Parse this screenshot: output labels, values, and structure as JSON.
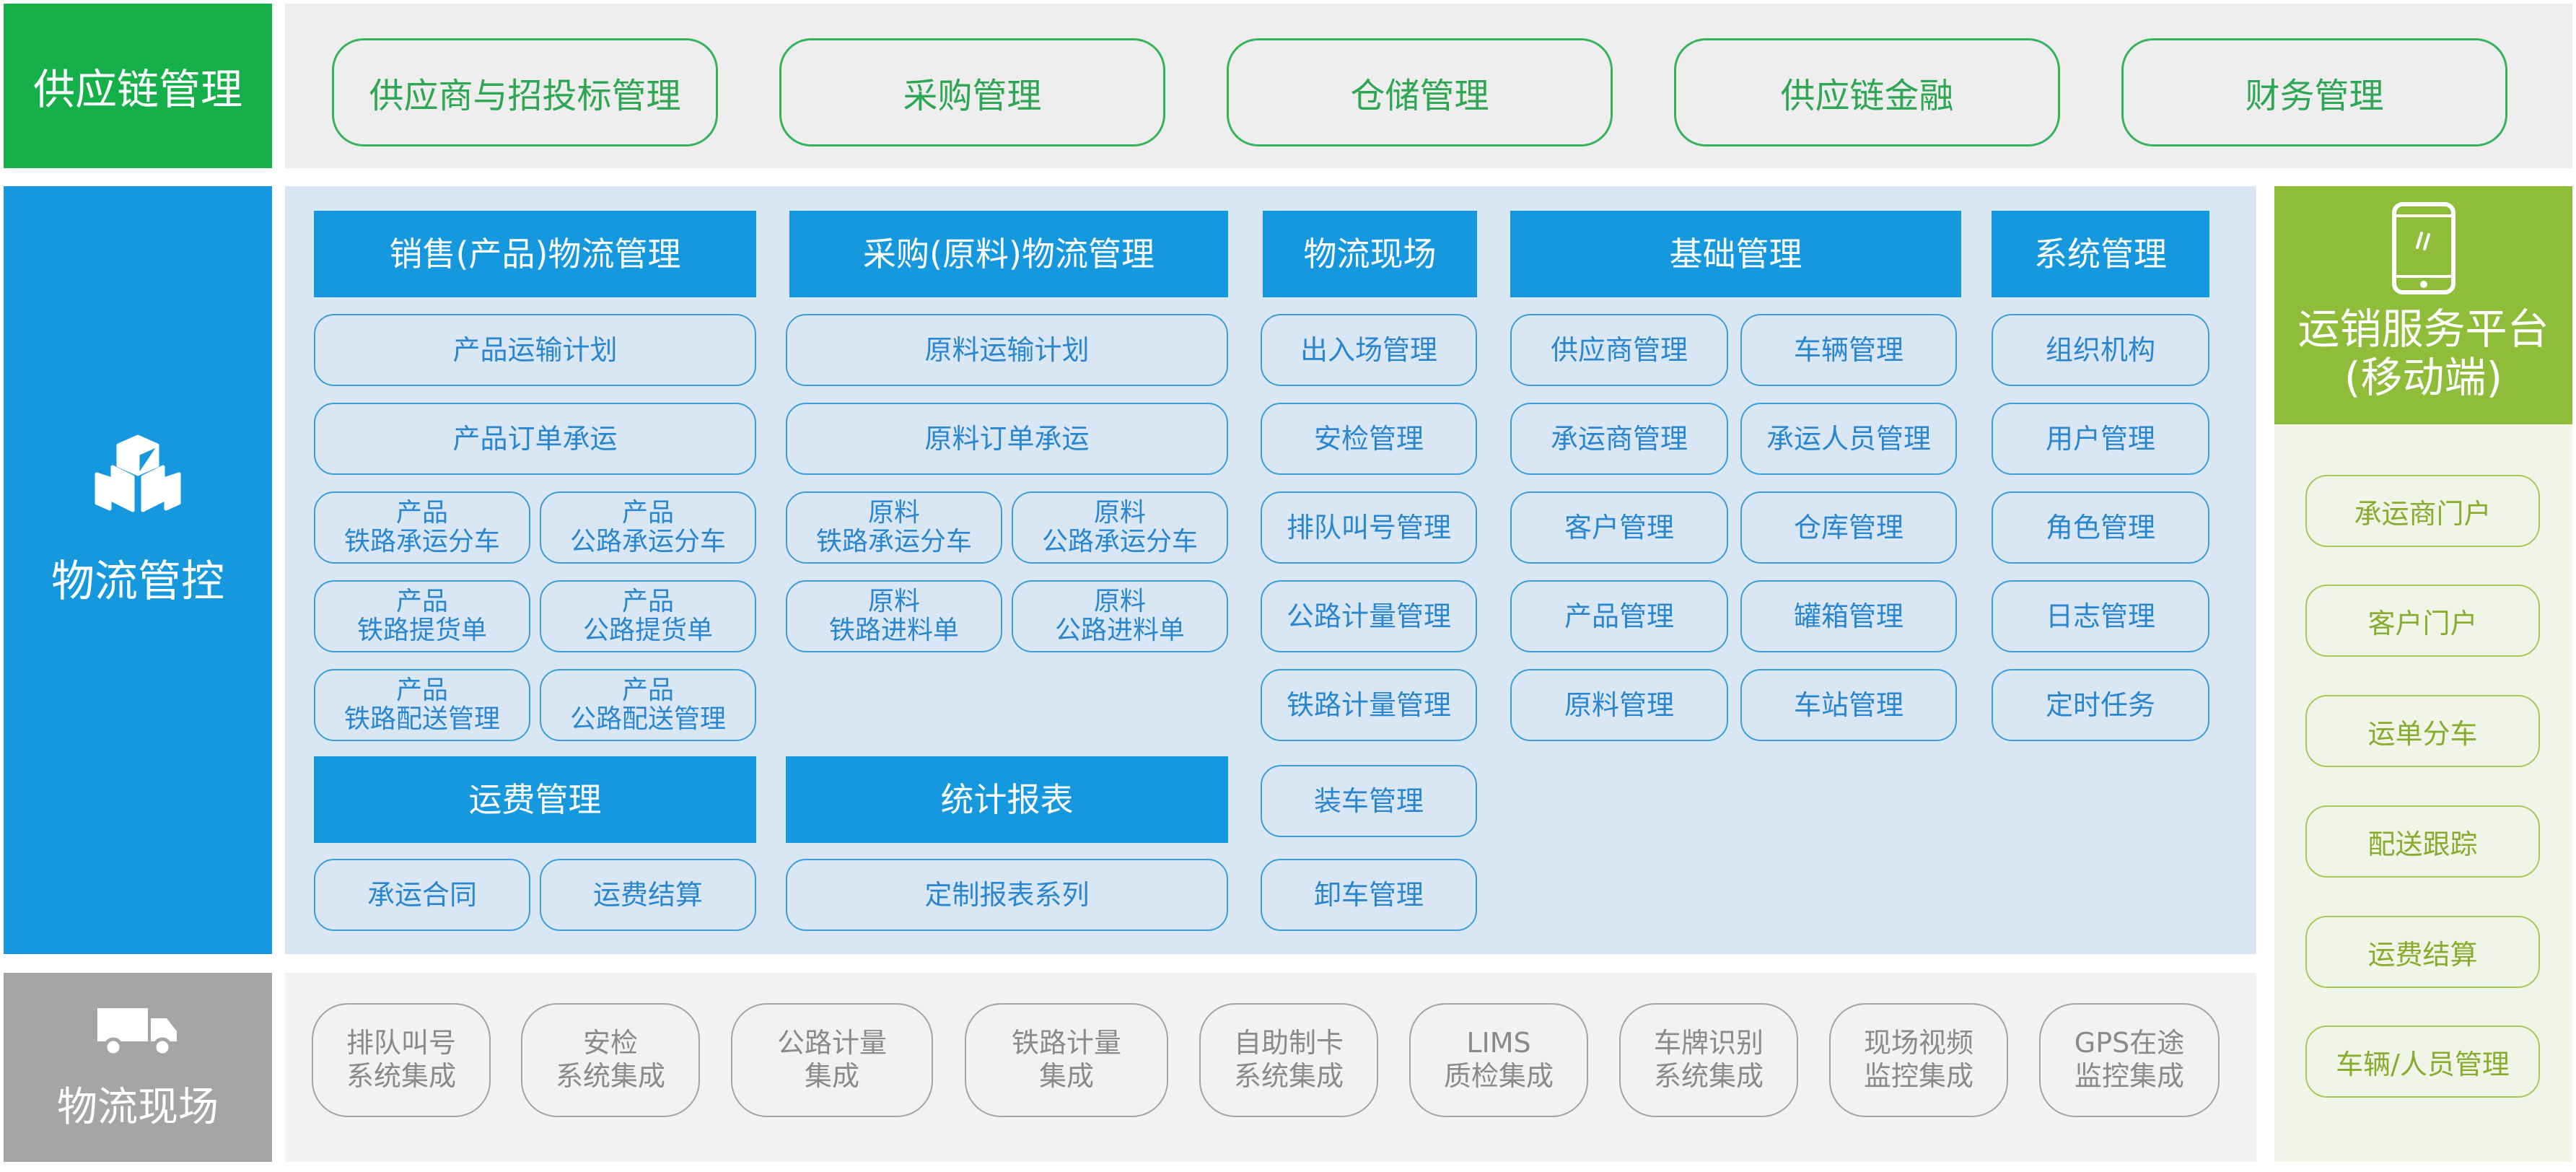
{
  "supply_chain": {
    "title": "供应链管理",
    "color": "#15b04a",
    "items": [
      "供应商与招投标管理",
      "采购管理",
      "仓储管理",
      "供应链金融",
      "财务管理"
    ]
  },
  "logistics_control": {
    "title": "物流管控",
    "color": "#1598dd",
    "icon": "cubes-icon",
    "sales": {
      "header": "销售(产品)物流管理",
      "row1": "产品运输计划",
      "row2": "产品订单承运",
      "pairs": [
        [
          [
            "产品",
            "铁路承运分车"
          ],
          [
            "产品",
            "公路承运分车"
          ]
        ],
        [
          [
            "产品",
            "铁路提货单"
          ],
          [
            "产品",
            "公路提货单"
          ]
        ],
        [
          [
            "产品",
            "铁路配送管理"
          ],
          [
            "产品",
            "公路配送管理"
          ]
        ]
      ]
    },
    "purchase": {
      "header": "采购(原料)物流管理",
      "row1": "原料运输计划",
      "row2": "原料订单承运",
      "pairs": [
        [
          [
            "原料",
            "铁路承运分车"
          ],
          [
            "原料",
            "公路承运分车"
          ]
        ],
        [
          [
            "原料",
            "铁路进料单"
          ],
          [
            "原料",
            "公路进料单"
          ]
        ]
      ]
    },
    "freight": {
      "header": "运费管理",
      "items": [
        "承运合同",
        "运费结算"
      ]
    },
    "report": {
      "header": "统计报表",
      "items": [
        "定制报表系列"
      ]
    },
    "site": {
      "header": "物流现场",
      "items": [
        "出入场管理",
        "安检管理",
        "排队叫号管理",
        "公路计量管理",
        "铁路计量管理",
        "装车管理",
        "卸车管理"
      ]
    },
    "base": {
      "header": "基础管理",
      "left": [
        "供应商管理",
        "承运商管理",
        "客户管理",
        "产品管理",
        "原料管理"
      ],
      "right": [
        "车辆管理",
        "承运人员管理",
        "仓库管理",
        "罐箱管理",
        "车站管理"
      ]
    },
    "system": {
      "header": "系统管理",
      "items": [
        "组织机构",
        "用户管理",
        "角色管理",
        "日志管理",
        "定时任务"
      ]
    }
  },
  "mobile": {
    "title_line1": "运销服务平台",
    "title_line2": "(移动端)",
    "color": "#8fbd3a",
    "icon": "mobile-phone-icon",
    "items": [
      "承运商门户",
      "客户门户",
      "运单分车",
      "配送跟踪",
      "运费结算",
      "车辆/人员管理"
    ]
  },
  "logistics_site": {
    "title": "物流现场",
    "color": "#a5a5a5",
    "icon": "truck-icon",
    "items": [
      [
        "排队叫号",
        "系统集成"
      ],
      [
        "安检",
        "系统集成"
      ],
      [
        "公路计量",
        "集成"
      ],
      [
        "铁路计量",
        "集成"
      ],
      [
        "自助制卡",
        "系统集成"
      ],
      [
        "LIMS",
        "质检集成"
      ],
      [
        "车牌识别",
        "系统集成"
      ],
      [
        "现场视频",
        "监控集成"
      ],
      [
        "GPS在途",
        "监控集成"
      ]
    ]
  }
}
